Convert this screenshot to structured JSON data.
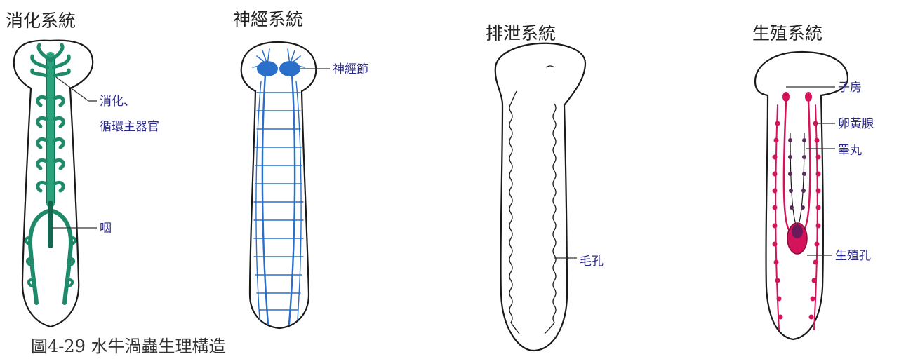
{
  "caption": "圖4-29 水牛渦蟲生理構造",
  "colors": {
    "digestive": "#1f8a6a",
    "nervous": "#2a6fc9",
    "reproductive": "#d4145a",
    "label": "#2a2a8a",
    "outline": "#1a1a1a"
  },
  "panels": {
    "digestive": {
      "title": "消化系統",
      "labels": {
        "main": "消化、",
        "main_line2": "循環主器官",
        "pharynx": "咽"
      }
    },
    "nervous": {
      "title": "神經系統",
      "labels": {
        "ganglion": "神經節"
      }
    },
    "excretory": {
      "title": "排泄系統",
      "labels": {
        "pore": "毛孔"
      }
    },
    "reproductive": {
      "title": "生殖系統",
      "labels": {
        "ovary": "子房",
        "yolk": "卵黃腺",
        "testis": "睪丸",
        "pore": "生殖孔"
      }
    }
  }
}
